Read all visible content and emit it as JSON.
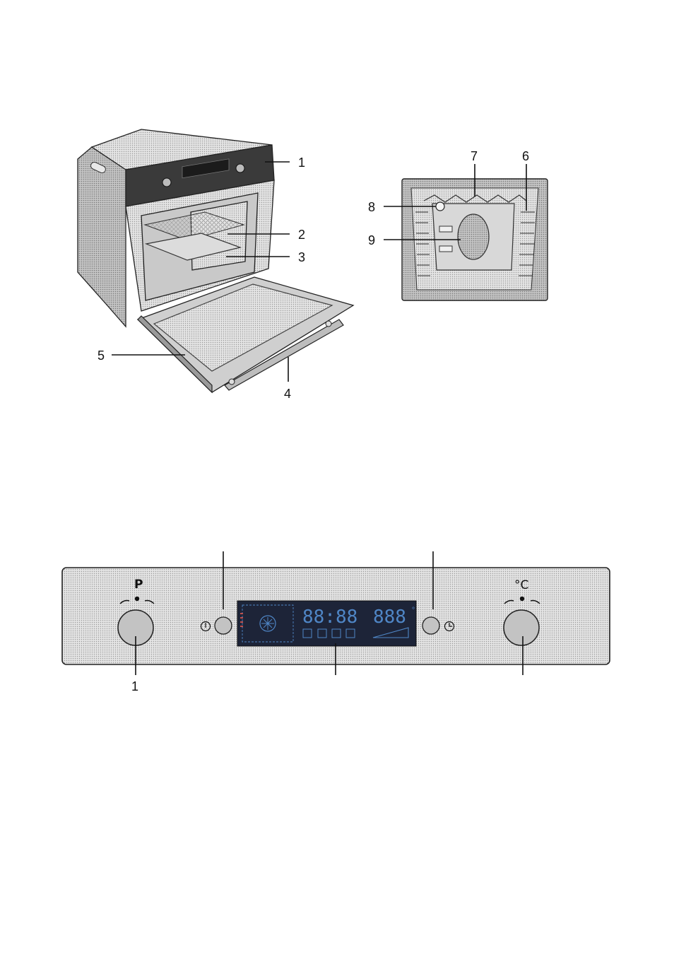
{
  "figure_oven": {
    "callouts": [
      "1",
      "2",
      "3",
      "4",
      "5"
    ]
  },
  "figure_cavity": {
    "callouts": [
      "6",
      "7",
      "8",
      "9"
    ]
  },
  "figure_panel": {
    "callout": "1",
    "program_knob_symbol": "P",
    "temperature_knob_symbol": "°C",
    "display_time_digits": "88:88",
    "display_temp_digits": "888",
    "display_temp_unit": "°"
  },
  "colors": {
    "panel_fill": "#d4d4d4",
    "oven_body": "#cfcfcf",
    "oven_control_strip": "#3a3a3a",
    "display_background": "#1d2438",
    "display_segments": "#4f86c6",
    "knob_fill": "#c3c3c3",
    "outline": "#222222"
  }
}
